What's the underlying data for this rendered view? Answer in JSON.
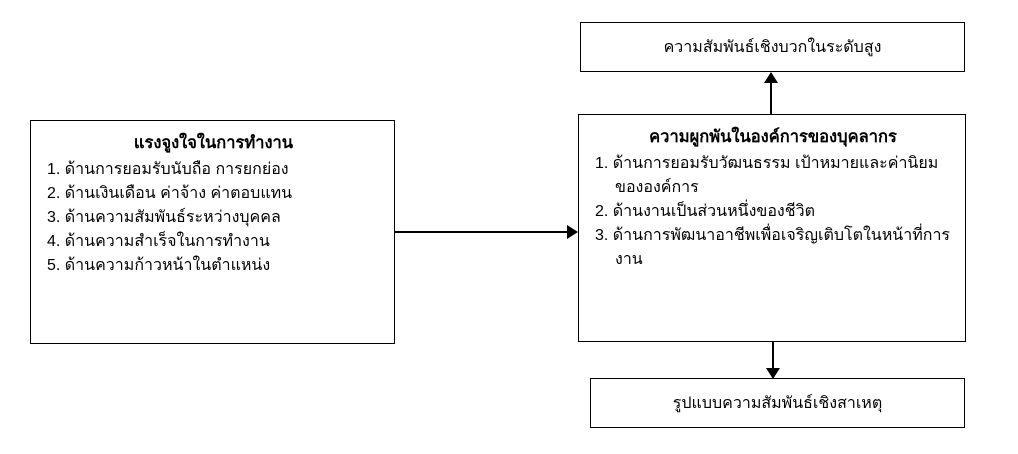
{
  "diagram": {
    "top_box": {
      "label": "ความสัมพันธ์เชิงบวกในระดับสูง"
    },
    "left_box": {
      "title": "แรงจูงใจในการทำงาน",
      "items": [
        "1. ด้านการยอมรับนับถือ การยกย่อง",
        "2. ด้านเงินเดือน ค่าจ้าง ค่าตอบแทน",
        "3. ด้านความสัมพันธ์ระหว่างบุคคล",
        "4. ด้านความสำเร็จในการทำงาน",
        "5. ด้านความก้าวหน้าในตำแหน่ง"
      ]
    },
    "right_box": {
      "title": "ความผูกพันในองค์การของบุคลากร",
      "items": [
        "1. ด้านการยอมรับวัฒนธรรม เป้าหมายและค่านิยม ขององค์การ",
        "2. ด้านงานเป็นส่วนหนึ่งของชีวิต",
        "3. ด้านการพัฒนาอาชีพเพื่อเจริญเติบโตในหน้าที่การ งาน"
      ]
    },
    "bottom_box": {
      "label": "รูปแบบความสัมพันธ์เชิงสาเหตุ"
    },
    "colors": {
      "border": "#000000",
      "background": "#ffffff",
      "text": "#000000"
    }
  }
}
